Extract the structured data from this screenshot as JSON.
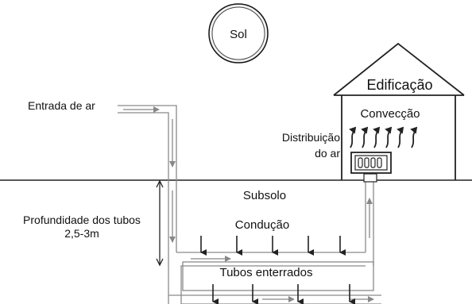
{
  "labels": {
    "sun": "Sol",
    "building": "Edificação",
    "convection": "Convecção",
    "distribution_line1": "Distribuição",
    "distribution_line2": "do ar",
    "air_inlet": "Entrada de ar",
    "subsoil": "Subsolo",
    "conduction": "Condução",
    "depth_line1": "Profundidade dos tubos",
    "depth_line2": "2,5-3m",
    "buried_pipes": "Tubos enterrados"
  },
  "colors": {
    "line": "#333333",
    "pipe": "#8a8a8a",
    "text": "#111111"
  }
}
